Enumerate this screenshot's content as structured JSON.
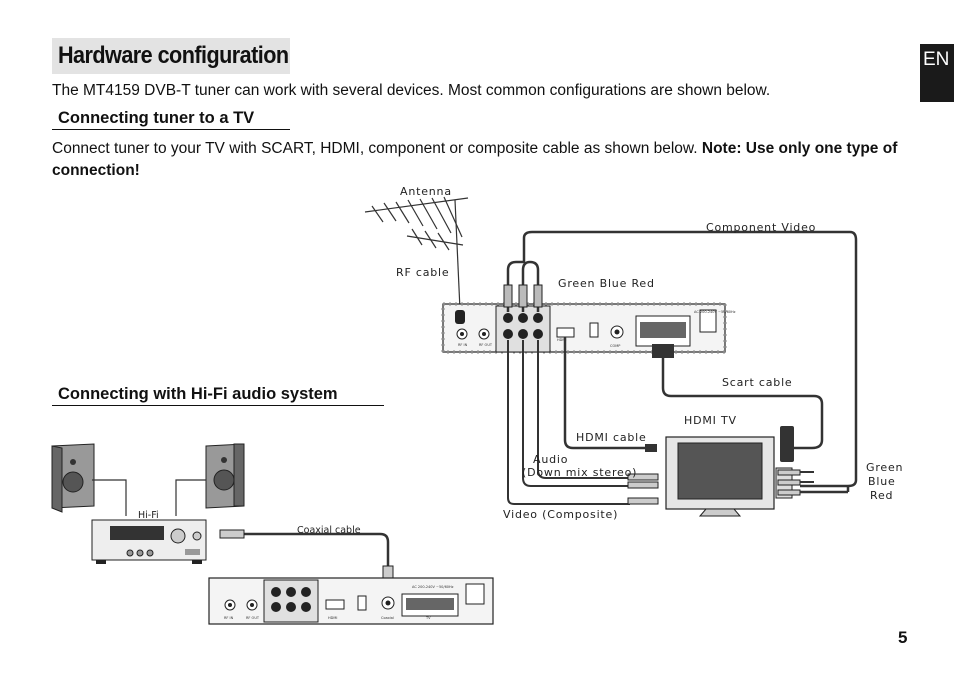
{
  "page": {
    "title": "Hardware configuration",
    "lang_tab": "EN",
    "intro": "The MT4159 DVB-T tuner can work with several devices. Most common configurations are shown below.",
    "page_number": "5"
  },
  "section_tv": {
    "heading": "Connecting tuner to a TV",
    "text": "Connect tuner to your TV with SCART, HDMI, component or composite cable as shown below. ",
    "note": "Note: Use only one type of connection!"
  },
  "section_hifi": {
    "heading": "Connecting with Hi-Fi audio system"
  },
  "diagram_tv": {
    "antenna": "Antenna",
    "rf_cable": "RF  cable",
    "component_video": "Component Video",
    "green_blue_red": "Green  Blue Red",
    "scart_cable": "Scart cable",
    "hdmi_tv": "HDMI TV",
    "hdmi_cable": "HDMI cable",
    "audio": "Audio",
    "down_mix": "(Down mix stereo)",
    "video_composite": "Video (Composite)",
    "green": "Green",
    "blue": "Blue",
    "red": "Red"
  },
  "diagram_hifi": {
    "hifi": "Hi-Fi",
    "coaxial_cable": "Coaxial cable"
  },
  "device_labels": {
    "rf_in": "RF IN",
    "rf_out": "RF OUT",
    "hdmi": "HDMI",
    "coaxial": "Coaxial",
    "tv": "TV",
    "power": "AC 200-240V ~50/60Hz",
    "comp": "COMP"
  }
}
